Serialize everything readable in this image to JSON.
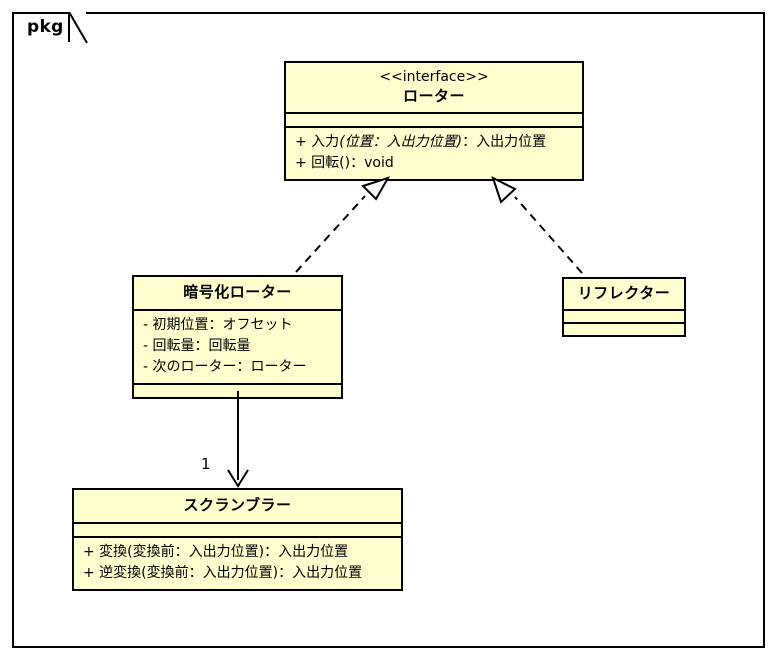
{
  "diagram": {
    "type": "uml-class-diagram",
    "package_label": "pkg",
    "background_color": "#FFFFFF",
    "box_fill_color": "#FEFECE",
    "line_color": "#000000"
  },
  "classes": {
    "rotor": {
      "stereotype": "<<interface>>",
      "name": "ローター",
      "attributes": [],
      "operations": [
        "+ 入力(位置：入出力位置)：入出力位置",
        "+ 回転()：void"
      ]
    },
    "encryption_rotor": {
      "stereotype": "",
      "name": "暗号化ローター",
      "attributes": [
        "- 初期位置：オフセット",
        "- 回転量：回転量",
        "- 次のローター：ローター"
      ],
      "operations": []
    },
    "reflector": {
      "stereotype": "",
      "name": "リフレクター",
      "attributes": [],
      "operations": []
    },
    "scrambler": {
      "stereotype": "",
      "name": "スクランブラー",
      "attributes": [],
      "operations": [
        "+ 変換(変換前：入出力位置)：入出力位置",
        "+ 逆変換(変換前：入出力位置)：入出力位置"
      ]
    }
  },
  "relationships": [
    {
      "id": "rel-encryption-rotor-realizes-rotor",
      "kind": "realization",
      "from": "encryption_rotor",
      "to": "rotor",
      "line_style": "dashed",
      "arrowhead": "hollow-triangle",
      "label": ""
    },
    {
      "id": "rel-reflector-realizes-rotor",
      "kind": "realization",
      "from": "reflector",
      "to": "rotor",
      "line_style": "dashed",
      "arrowhead": "hollow-triangle",
      "label": ""
    },
    {
      "id": "rel-encryption-rotor-to-scrambler",
      "kind": "association",
      "from": "encryption_rotor",
      "to": "scrambler",
      "line_style": "solid",
      "arrowhead": "open-arrow",
      "label": "1"
    }
  ]
}
